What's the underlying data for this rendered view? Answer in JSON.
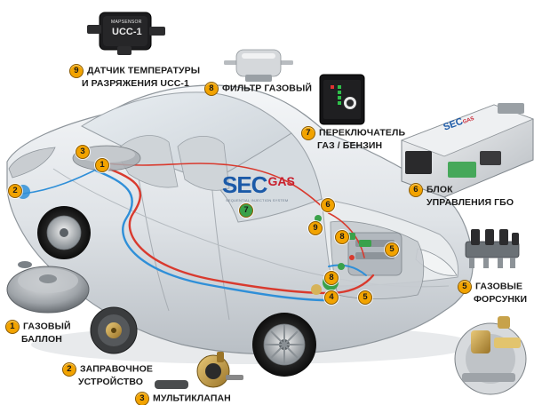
{
  "labels": [
    {
      "num": "9",
      "line1": "ДАТЧИК ТЕМПЕРАТУРЫ",
      "line2": "И РАЗРЯЖЕНИЯ UCC-1"
    },
    {
      "num": "8",
      "line1": "ФИЛЬТР ГАЗОВЫЙ",
      "line2": ""
    },
    {
      "num": "7",
      "line1": "ПЕРЕКЛЮЧАТЕЛЬ",
      "line2": "ГАЗ / БЕНЗИН"
    },
    {
      "num": "6",
      "line1": "БЛОК",
      "line2": "УПРАВЛЕНИЯ ГБО"
    },
    {
      "num": "5",
      "line1": "ГАЗОВЫЕ",
      "line2": "ФОРСУНКИ"
    },
    {
      "num": "1",
      "line1": "ГАЗОВЫЙ",
      "line2": "БАЛЛОН"
    },
    {
      "num": "2",
      "line1": "ЗАПРАВОЧНОЕ",
      "line2": "УСТРОЙСТВО"
    },
    {
      "num": "3",
      "line1": "МУЛЬТИКЛАПАН",
      "line2": ""
    }
  ],
  "markers": [
    "3",
    "1",
    "2",
    "6",
    "7",
    "9",
    "8",
    "5",
    "8",
    "4",
    "5"
  ],
  "logo": {
    "brand": "SEC",
    "suffix": "GAS",
    "tagline": "SEQUENTIAL INJECTION SYSTEM"
  },
  "sensor": {
    "line1": "MAPSENSOR",
    "line2": "UCC-1"
  },
  "ecu_logo": {
    "brand": "SEC",
    "suffix": "GAS"
  },
  "colors": {
    "badge": "#f2a300",
    "supply_line": "#d93a2e",
    "vapor_line": "#2f8fd8",
    "logo_blue": "#1c5aa8",
    "logo_red": "#c8202e"
  }
}
